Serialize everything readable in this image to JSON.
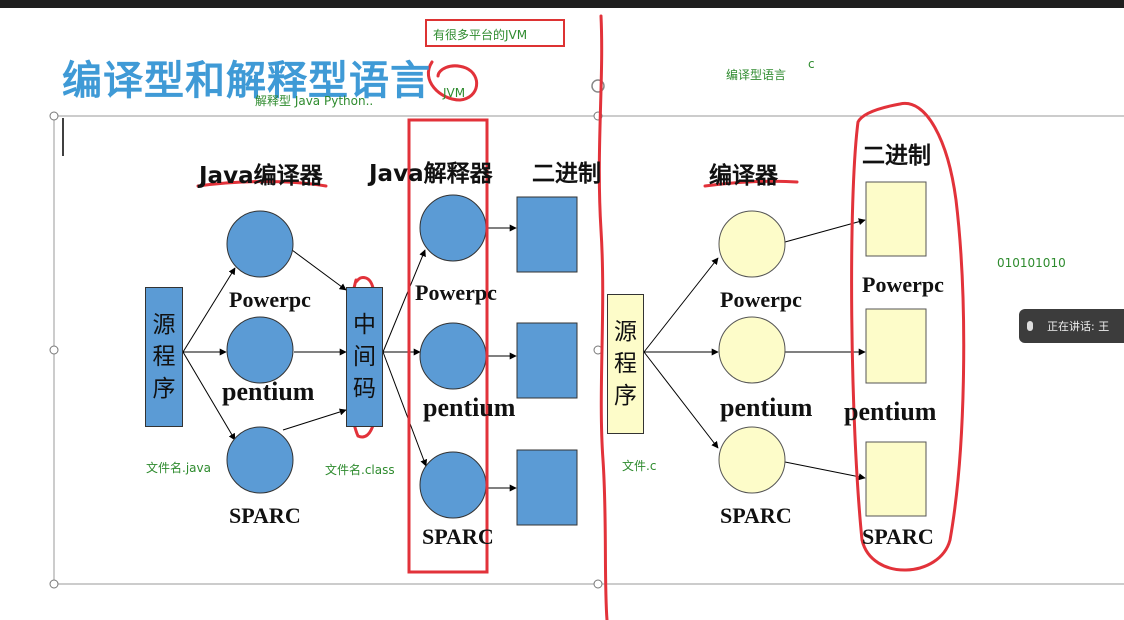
{
  "slide": {
    "title": "编译型和解释型语言",
    "note_interp": "解释型  Java  Python..",
    "note_jvm": "JVM",
    "comment": "有很多平台的JVM",
    "note_compiled": "编译型语言",
    "note_c": "c",
    "binary_note": "010101010"
  },
  "left": {
    "compiler_head": "Java编译器",
    "interpreter_head": "Java解释器",
    "binary_head": "二进制",
    "source_box": "源程序",
    "mid_box": "中间码",
    "cpu1_powerpc": "Powerpc",
    "cpu1_pentium": "pentium",
    "cpu1_sparc": "SPARC",
    "cpu2_powerpc": "Powerpc",
    "cpu2_pentium": "pentium",
    "cpu2_sparc": "SPARC",
    "file_java": "文件名.java",
    "file_class": "文件名.class"
  },
  "right": {
    "compiler_head": "编译器",
    "binary_head": "二进制",
    "source_box": "源程序",
    "cpu_powerpc": "Powerpc",
    "cpu_pentium": "pentium",
    "cpu_sparc": "SPARC",
    "bin_powerpc": "Powerpc",
    "bin_pentium": "pentium",
    "bin_sparc": "SPARC",
    "file_c": "文件.c"
  },
  "toast": {
    "text": "正在讲话: 王"
  },
  "colors": {
    "blue": "#5b9bd5",
    "yellow": "#fdfcc9",
    "red": "#e2323a",
    "green": "#2e8b2e",
    "title": "#3f9ad6"
  }
}
